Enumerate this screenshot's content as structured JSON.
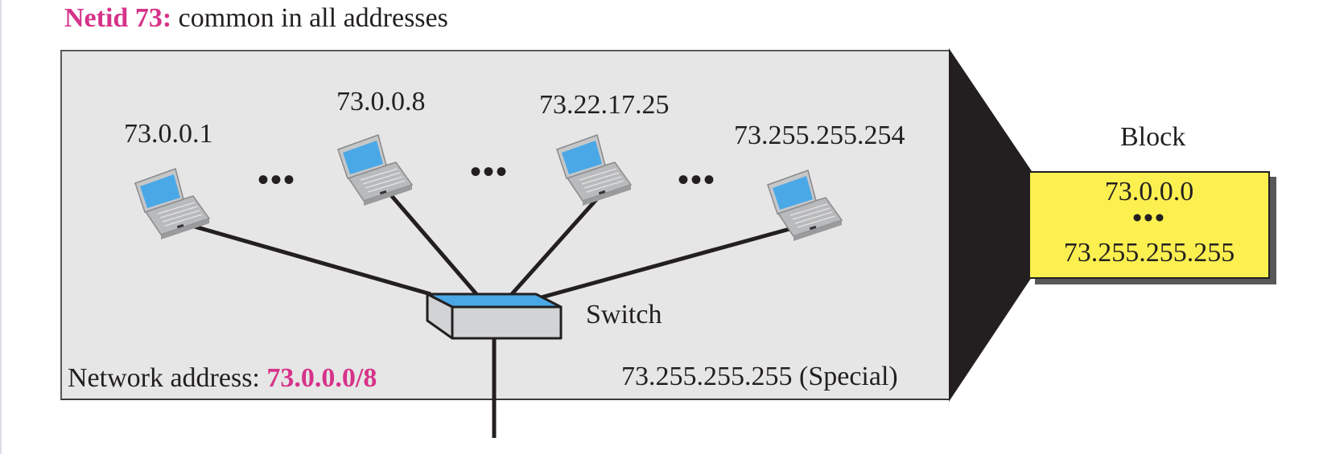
{
  "title": {
    "netid_label": "Netid 73:",
    "description": "common in all addresses"
  },
  "network": {
    "hosts": [
      {
        "ip": "73.0.0.1"
      },
      {
        "ip": "73.0.0.8"
      },
      {
        "ip": "73.22.17.25"
      },
      {
        "ip": "73.255.255.254"
      }
    ],
    "ellipsis": "•••",
    "switch_label": "Switch",
    "network_address_label": "Network address:",
    "network_address_value": "73.0.0.0/8",
    "special_address": "73.255.255.255 (Special)"
  },
  "block": {
    "label": "Block",
    "first": "73.0.0.0",
    "ellipsis": "•••",
    "last": "73.255.255.255"
  },
  "colors": {
    "accent": "#d6338a",
    "screen_blue": "#4aa8e6",
    "block_yellow": "#fbf050",
    "box_gray": "#e6e6e6"
  }
}
